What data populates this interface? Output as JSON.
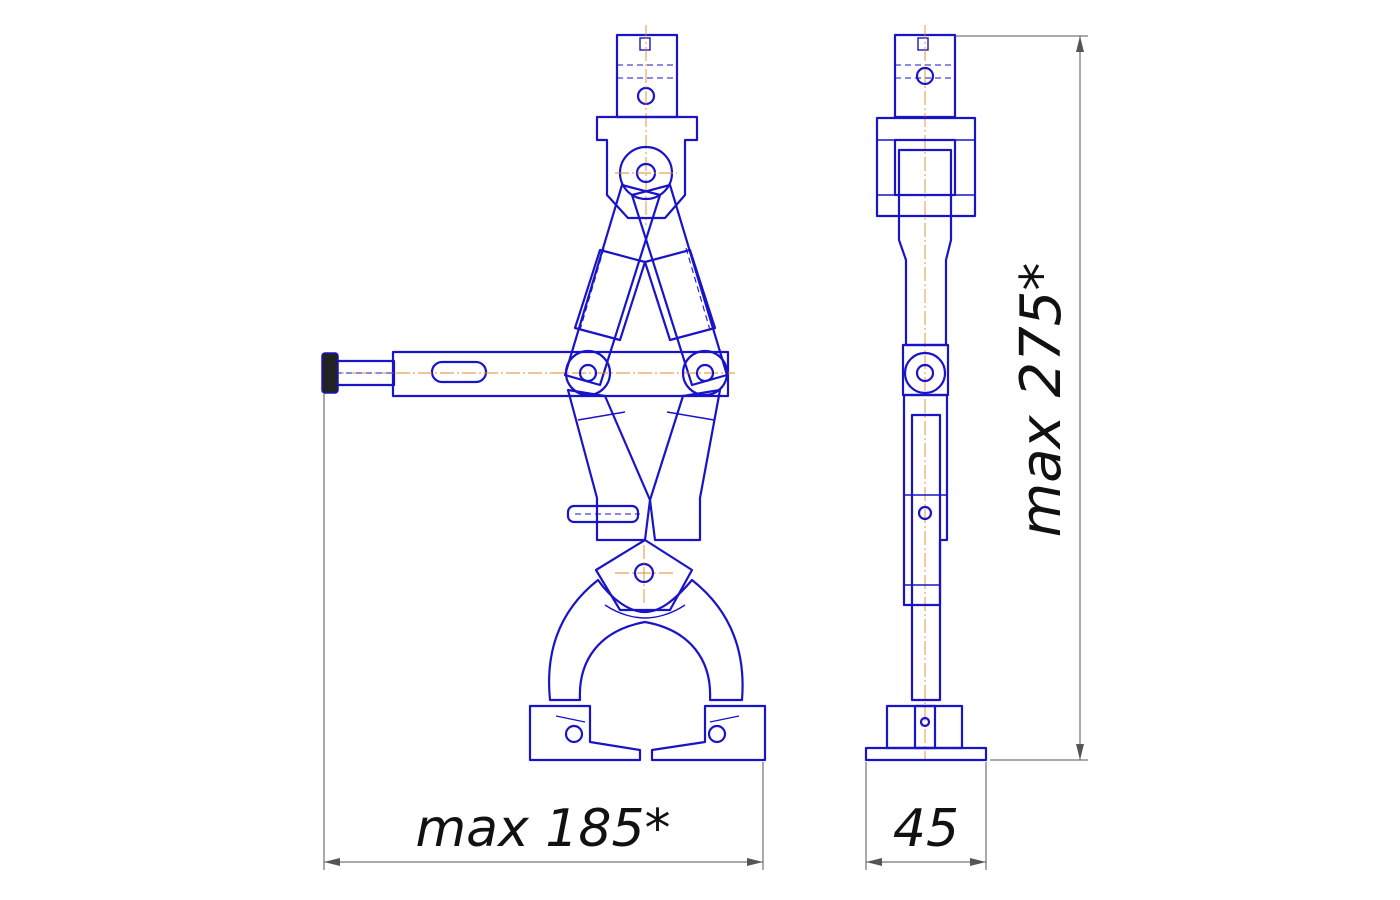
{
  "dimensions": {
    "width_label": "max 185*",
    "thickness_label": "45",
    "height_label": "max 275*"
  },
  "colors": {
    "outline": "#1a14c8",
    "centerline": "#e08a2a",
    "dimension": "#555555"
  }
}
